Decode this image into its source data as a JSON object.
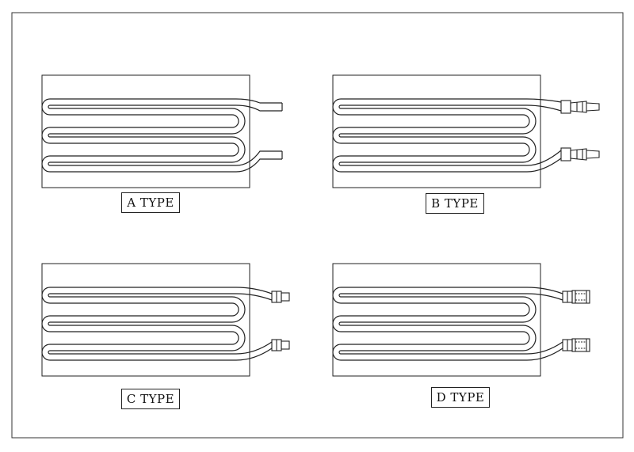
{
  "labels": {
    "a": "A TYPE",
    "b": "B TYPE",
    "c": "C TYPE",
    "d": "D TYPE"
  },
  "panels": [
    {
      "id": "a",
      "fitting": "plain-tube-end"
    },
    {
      "id": "b",
      "fitting": "barbed-hose-connector"
    },
    {
      "id": "c",
      "fitting": "compression-fitting"
    },
    {
      "id": "d",
      "fitting": "threaded-nut-fitting"
    }
  ],
  "colors": {
    "line": "#222222",
    "background": "#ffffff"
  }
}
